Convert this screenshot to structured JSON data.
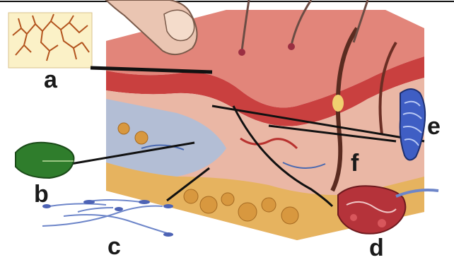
{
  "labels": {
    "a": "a",
    "b": "b",
    "c": "c",
    "d": "d",
    "e": "e",
    "f": "f"
  },
  "colors": {
    "skin_surface": "#e8b9a8",
    "epidermis": "#d9675f",
    "dermis": "#e9b3a2",
    "dermis_blue": "#9fb8d8",
    "fat": "#e3b25e",
    "lines": "#1a1a1a",
    "green_receptor": "#2f7d2c",
    "blue_receptor": "#4d63b5",
    "inset_bg": "#fbf1c7"
  }
}
